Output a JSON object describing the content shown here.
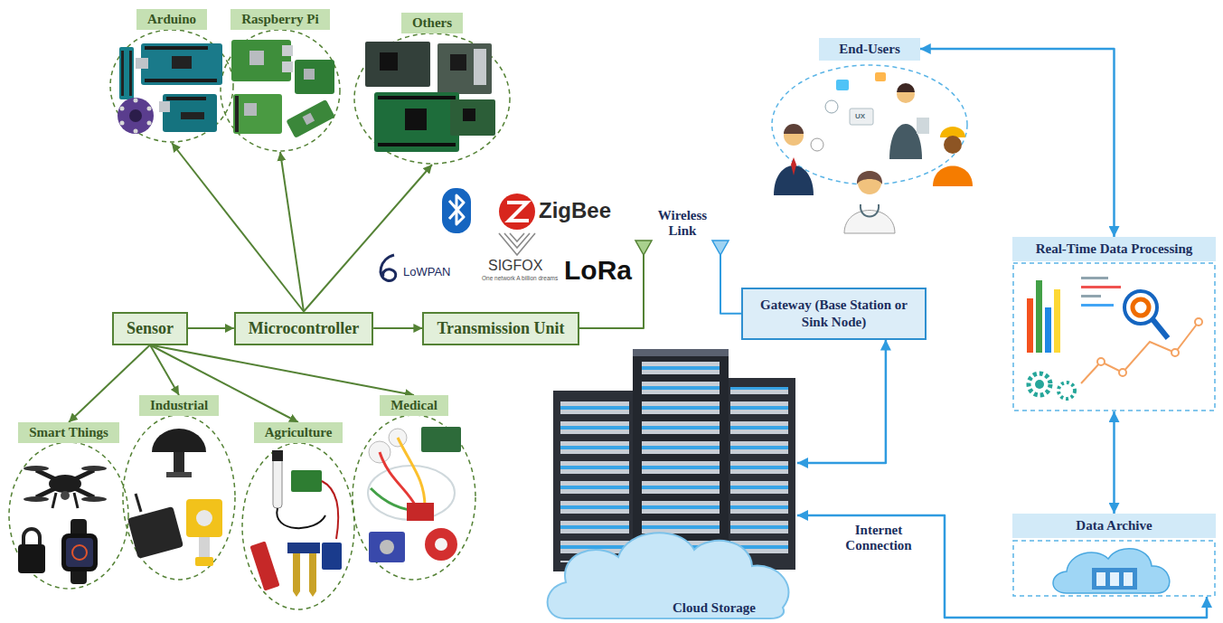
{
  "diagram": {
    "nodes": [
      {
        "text": [
          "Arduino"
        ]
      },
      {
        "text": [
          "Raspberry Pi"
        ]
      },
      {
        "text": [
          "Others"
        ]
      },
      {
        "text": [
          "End-Users"
        ]
      },
      {
        "text": [
          "Sensor"
        ]
      },
      {
        "text": [
          "Microcontroller"
        ]
      },
      {
        "text": [
          "Transmission Unit"
        ]
      },
      {
        "text": [
          "Gateway (Base Station or Sink Node)"
        ]
      },
      {
        "text": [
          "Real-Time Data Processing"
        ]
      },
      {
        "text": [
          "Smart Things"
        ]
      },
      {
        "text": [
          "Industrial"
        ]
      },
      {
        "text": [
          "Agriculture"
        ]
      },
      {
        "text": [
          "Medical"
        ]
      },
      {
        "text": [
          "Cloud Storage"
        ]
      },
      {
        "text": [
          "Data Archive"
        ]
      }
    ],
    "edges": [
      {
        "from": 4,
        "to": 5,
        "arrow": "to"
      },
      {
        "from": 5,
        "to": 6,
        "arrow": "to"
      },
      {
        "from": 5,
        "to": 0,
        "arrow": "to"
      },
      {
        "from": 5,
        "to": 1,
        "arrow": "to"
      },
      {
        "from": 5,
        "to": 2,
        "arrow": "to"
      },
      {
        "from": 4,
        "to": 9,
        "arrow": "to"
      },
      {
        "from": 4,
        "to": 10,
        "arrow": "to"
      },
      {
        "from": 4,
        "to": 11,
        "arrow": "to"
      },
      {
        "from": 4,
        "to": 12,
        "arrow": "to"
      },
      {
        "from": 6,
        "to": 7,
        "label": "Wireless Link",
        "arrow": "none"
      },
      {
        "from": 7,
        "to": 13,
        "arrow": "both"
      },
      {
        "from": 13,
        "to": 14,
        "label": "Internet Connection",
        "arrow": "both"
      },
      {
        "from": 3,
        "to": 8,
        "arrow": "both"
      },
      {
        "from": 8,
        "to": 14,
        "arrow": "both"
      }
    ],
    "labels": [
      "ZigBee",
      "SIGFOX",
      "One network A billion dreams",
      "LoRa",
      "LoWPAN",
      "UX"
    ]
  }
}
